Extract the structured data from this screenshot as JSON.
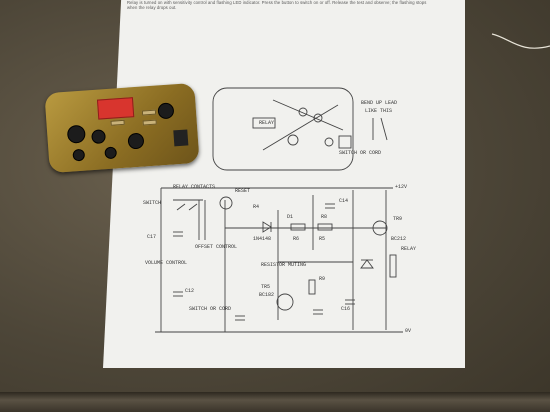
{
  "photo": {
    "intro_text": "Relay is turned on with sensitivity control and flashing LED indicator. Press the button to switch on or off. Release the test and observe; the flashing stops when the relay drops out.",
    "pcb_labels": {
      "relay": "RELAY",
      "bend_led": "BEND UP LEAD",
      "like_this": "LIKE THIS",
      "switch_cord": "SWITCH OR CORD"
    },
    "schematic_labels": {
      "relay_contacts": "RELAY CONTACTS",
      "switch": "SWITCH",
      "reset": "RESET",
      "plus_12v": "+12V",
      "c14": "C14",
      "r4": "R4",
      "r8": "R8",
      "d1": "D1",
      "r6": "R6",
      "q1_on": "1N4148",
      "r5": "R5",
      "c17": "C17",
      "volume_control": "VOLUME CONTROL",
      "offset_control": "OFFSET CONTROL",
      "resistor_muting": "RESISTOR MUTING",
      "c12": "C12",
      "tr5": "TR5",
      "bc182": "BC182",
      "switch_cord2": "SWITCH OR CORD",
      "relay_coil": "RELAY",
      "r9": "R9",
      "c16": "C16",
      "tr9": "TR9",
      "bc212": "BC212",
      "zero_v": "0V"
    }
  }
}
